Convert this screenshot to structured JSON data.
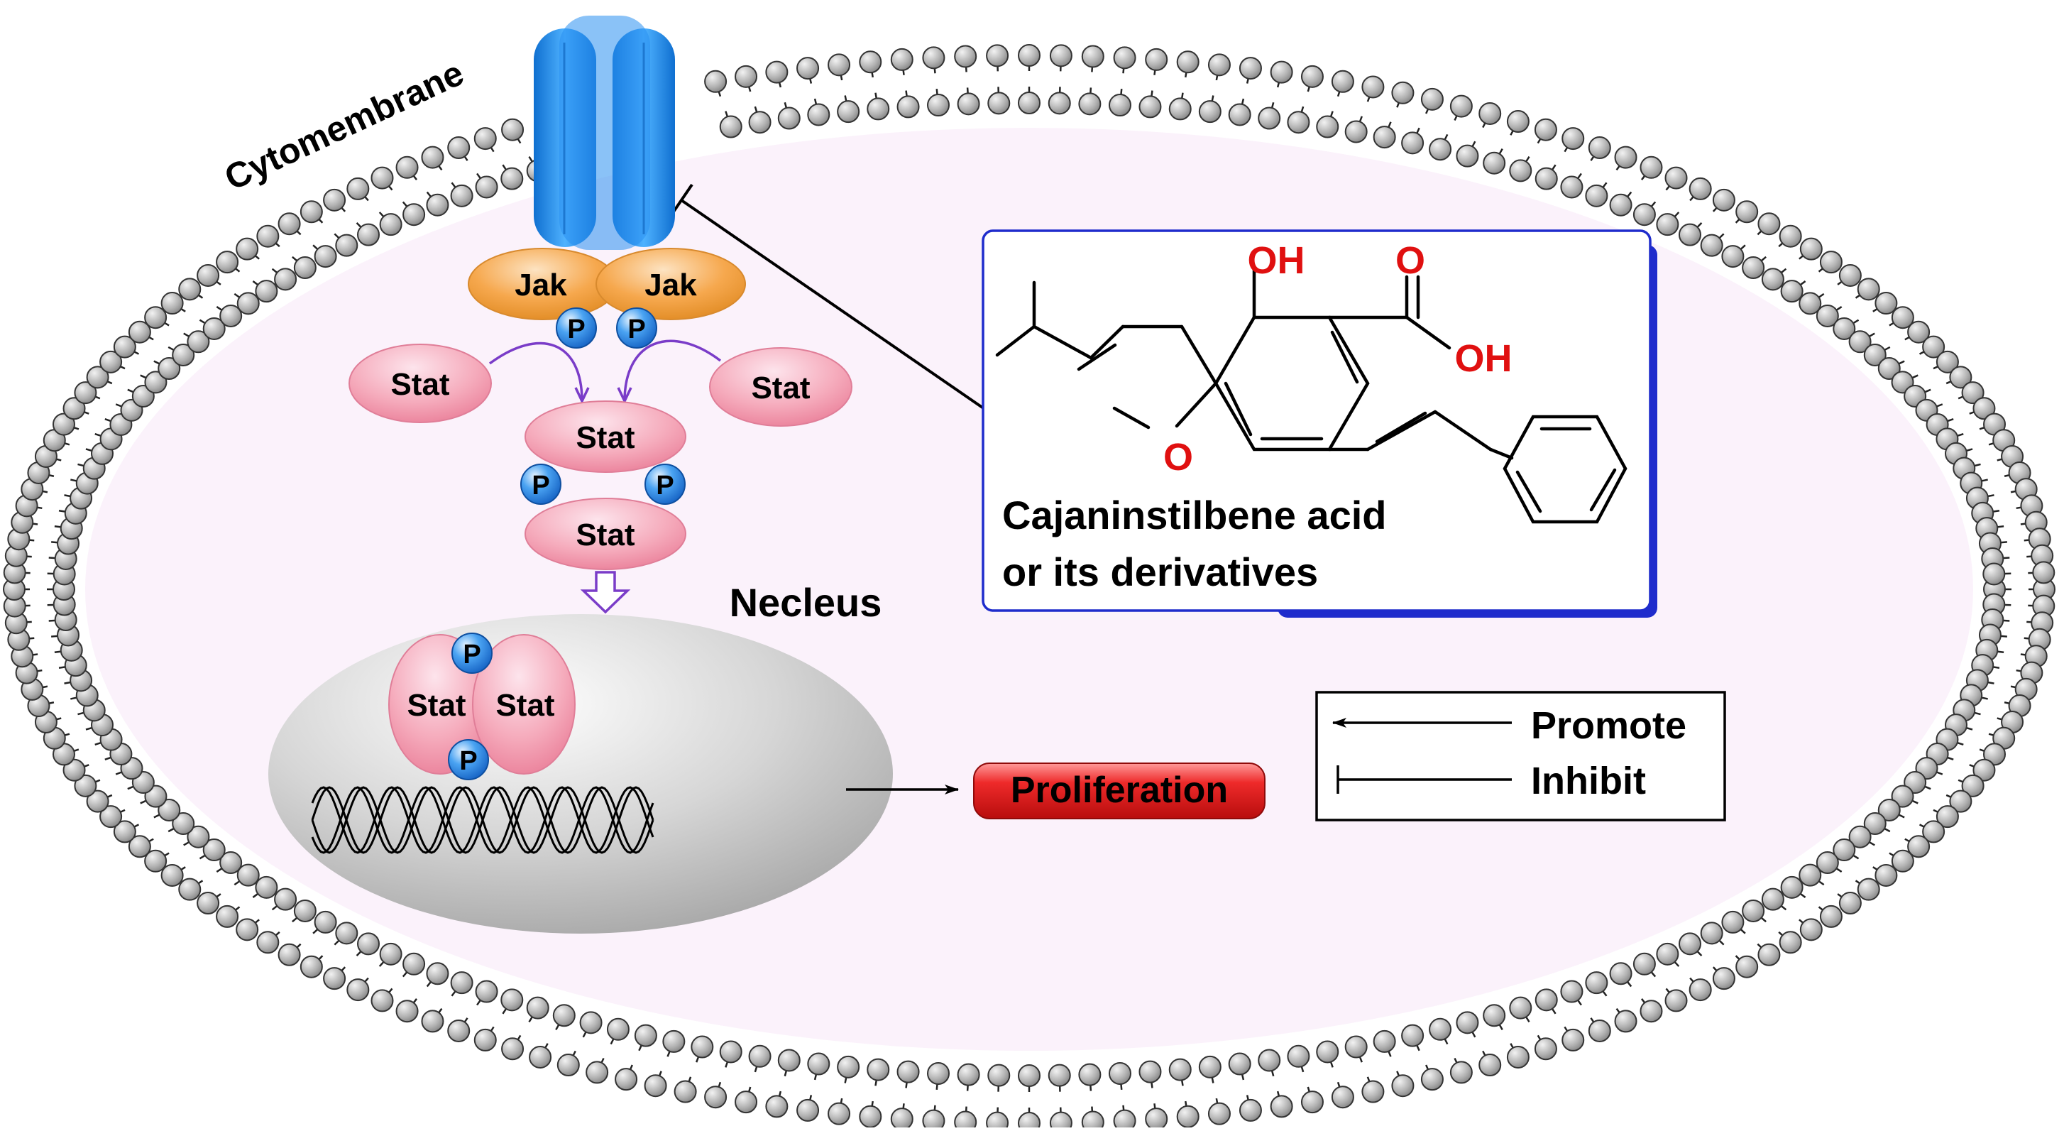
{
  "labels": {
    "cytomembrane": "Cytomembrane",
    "nucleus": "Necleus",
    "jak": "Jak",
    "stat": "Stat",
    "p": "P",
    "proliferation": "Proliferation",
    "compound_line1": "Cajaninstilbene acid",
    "compound_line2": "or its derivatives",
    "oh_top": "OH",
    "o_acid": "O",
    "oh_acid": "OH",
    "o_methoxy": "O"
  },
  "legend": {
    "promote": "Promote",
    "inhibit": "Inhibit"
  },
  "colors": {
    "membrane_bead": "#b3b3b3",
    "cell_fill": "#fbf2fb",
    "receptor": "#1e8ae6",
    "jak": "#f5a24a",
    "stat": "#f4a6b8",
    "phospho": "#2f8fe8",
    "nucleus": "#d9d9d9",
    "proliferation": "#e8262a",
    "compound_box": "#1f2ccc",
    "hetero_atom": "#e01010",
    "pathway_arrow": "#7a3cc8"
  }
}
